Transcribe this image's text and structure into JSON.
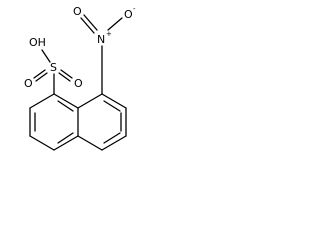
{
  "molecule": {
    "atoms": {
      "hydroxyl": "OH",
      "sulfur": "S",
      "sulfonyl_oxygen_1": "O",
      "sulfonyl_oxygen_2": "O",
      "nitro_nitrogen": "N",
      "nitro_oxygen_1": "O",
      "nitro_oxygen_2": "O"
    },
    "charges": {
      "nitrogen": "+",
      "oxygen": "-"
    },
    "colors": {
      "line": "#000000",
      "background": "#ffffff"
    }
  }
}
